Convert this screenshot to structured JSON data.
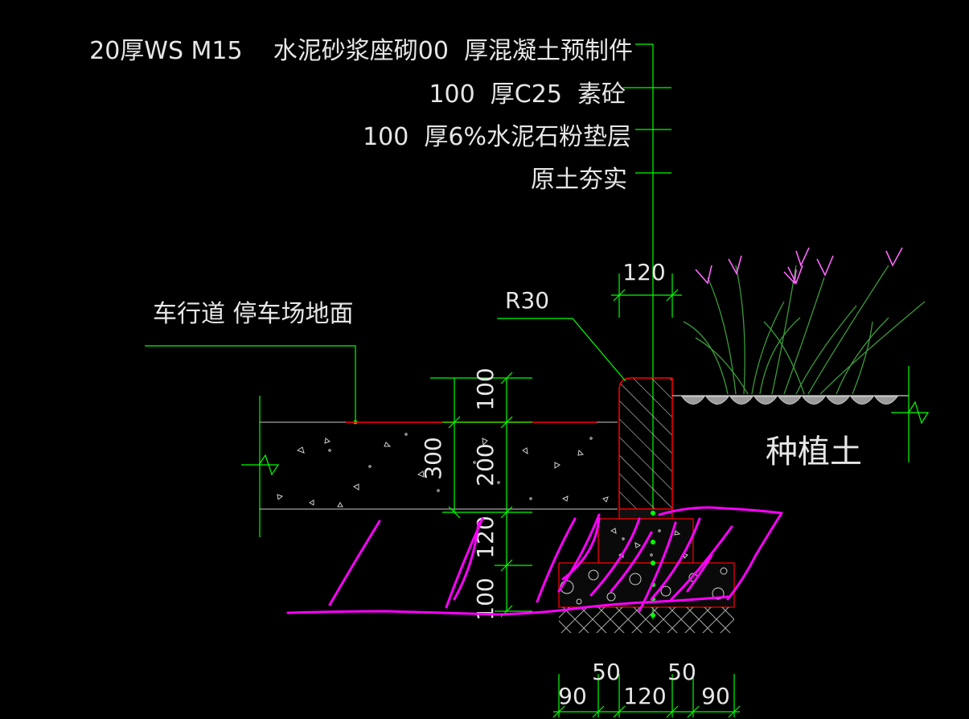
{
  "callouts": {
    "layer1": "20厚WS M15    水泥砂浆座砌00  厚混凝土预制件",
    "layer2": "100  厚C25  素砼",
    "layer3": "100  厚6%水泥石粉垫层",
    "layer4": "原土夯实"
  },
  "labels": {
    "roadway": "车行道 停车场地面",
    "radius": "R30",
    "planting_soil": "种植土"
  },
  "dimensions": {
    "curb_width": "120",
    "pave_top": "100",
    "pave_total": "300",
    "pave_base": "200",
    "base_upper": "120",
    "base_lower": "100",
    "bottom_left_outer": "90",
    "bottom_left_step": "50",
    "bottom_center": "120",
    "bottom_right_step": "50",
    "bottom_right_outer": "90"
  },
  "colors": {
    "background": "#000000",
    "leader": "#00ff00",
    "outline": "#ff0000",
    "text": "#e6e6e6",
    "hatch": "#bbbbbb",
    "markup": "#ff00ff",
    "plant_leaf": "#3b9a3b",
    "plant_flower": "#ff66ff"
  }
}
